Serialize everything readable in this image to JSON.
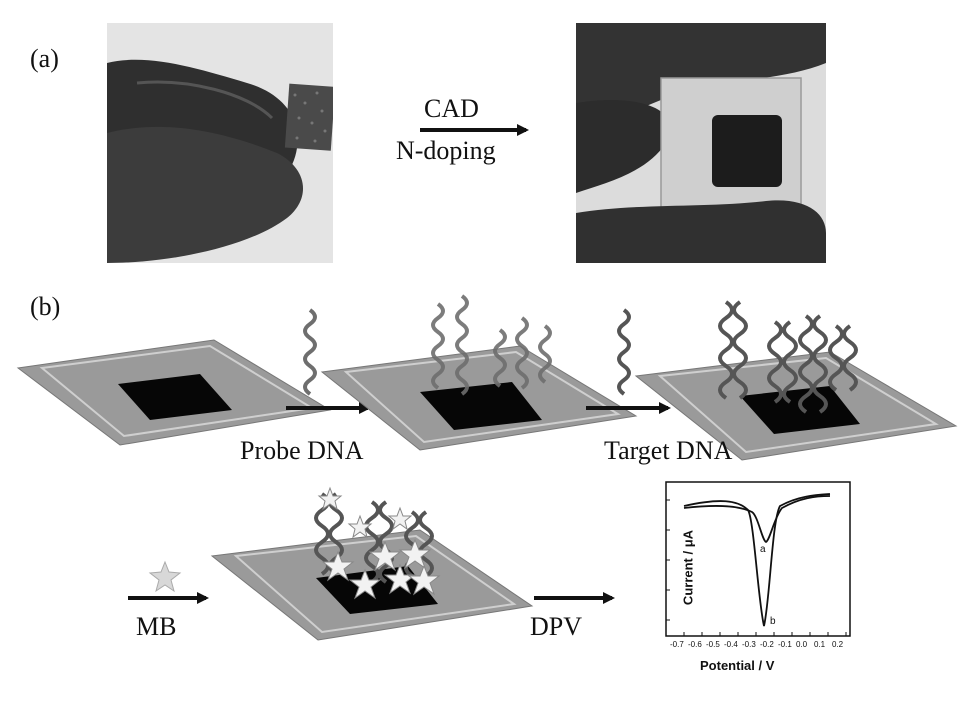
{
  "panel_labels": {
    "a": "(a)",
    "b": "(b)"
  },
  "step_labels": {
    "cad": "CAD",
    "ndoping": "N-doping",
    "probe": "Probe DNA",
    "target": "Target DNA",
    "mb": "MB",
    "dpv": "DPV"
  },
  "inset_plot": {
    "ylabel": "Current / μA",
    "xlabel": "Potential / V",
    "ticks": [
      "-0.7",
      "-0.6",
      "-0.5",
      "-0.4",
      "-0.3",
      "-0.2",
      "-0.1",
      "0.0",
      "0.1",
      "0.2"
    ],
    "curve_a": "a",
    "curve_b": "b"
  },
  "colors": {
    "electrode": "#000000",
    "substrate": "#9a9a9a",
    "dna": "#6e6e6e",
    "glove": "#3a3a3a"
  }
}
